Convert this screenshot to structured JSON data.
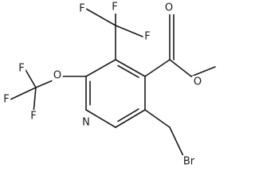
{
  "molecule": {
    "labels": {
      "N": "N",
      "O_ether": "O",
      "O_carbonyl": "O",
      "O_ester": "O",
      "Br": "Br",
      "F1": "F",
      "F2": "F",
      "F3": "F",
      "F4": "F",
      "F5": "F",
      "F6": "F"
    }
  }
}
